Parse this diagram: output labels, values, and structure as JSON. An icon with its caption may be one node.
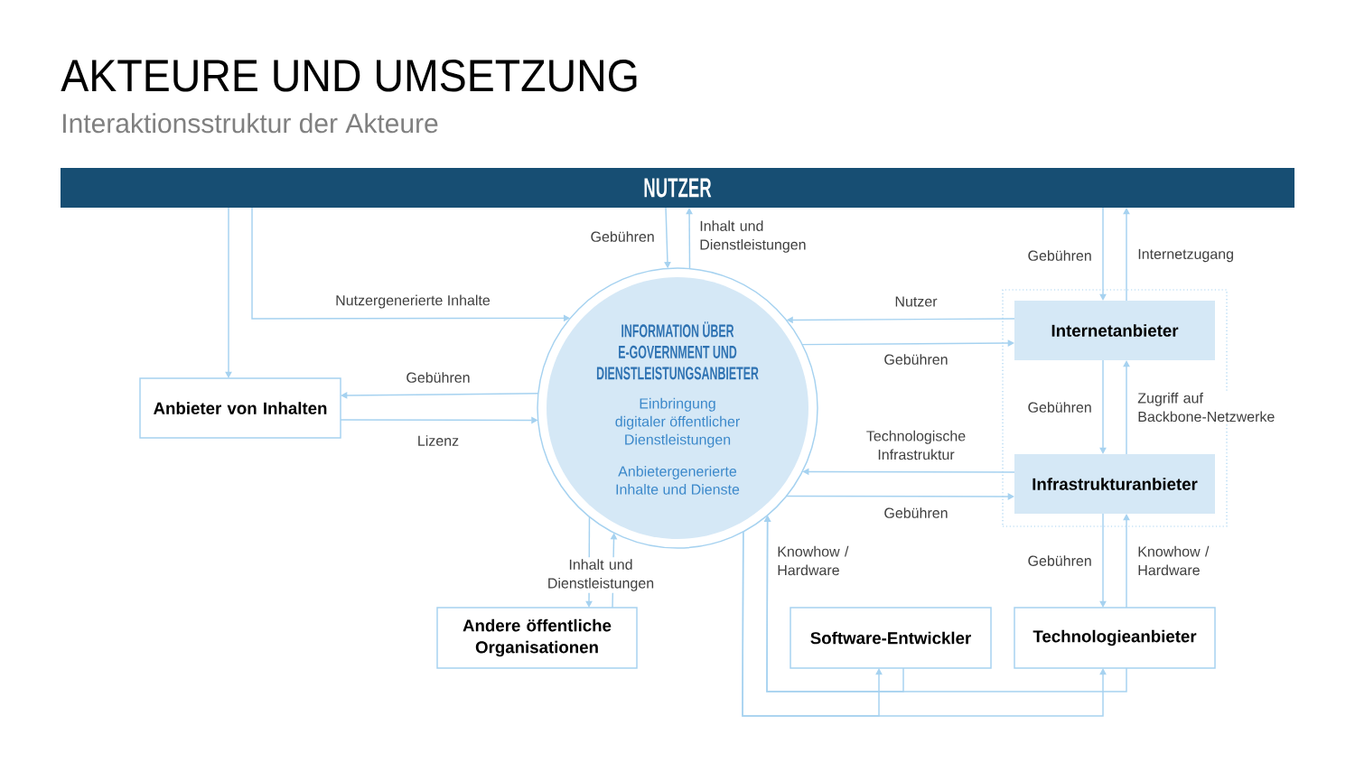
{
  "diagram": {
    "title": "AKTEURE UND UMSETZUNG",
    "nodes": [
      {
        "text": [
          "NUTZER"
        ]
      },
      {
        "text": [
          "Anbieter von Inhalten"
        ]
      },
      {
        "text": [
          "INFORMATION ÜBER E-GOVERNMENT UND DIENSTLEISTUNGSANBIETER",
          "Einbringung digitaler öffentlicher Dienstleistungen",
          "Anbietergenerierte Inhalte und Dienste"
        ]
      },
      {
        "text": [],
        "shape": "box"
      },
      {
        "text": [
          "Internetanbieter"
        ],
        "in": 3
      },
      {
        "text": [
          "Infrastrukturanbieter"
        ],
        "in": 3
      },
      {
        "text": [
          "Andere öffentliche Organisationen"
        ]
      },
      {
        "text": [
          "Software-Entwickler"
        ]
      },
      {
        "text": [
          "Technologieanbieter"
        ]
      }
    ],
    "edges": [
      {
        "from": 0,
        "to": 1,
        "arrow": "to"
      },
      {
        "from": 0,
        "to": 2,
        "arrow": "to",
        "label": "Nutzergenerierte Inhalte"
      },
      {
        "from": 0,
        "to": 2,
        "arrow": "to",
        "label": "Gebühren"
      },
      {
        "from": 2,
        "to": 0,
        "arrow": "to",
        "label": "Inhalt und Dienstleistungen"
      },
      {
        "from": 2,
        "to": 1,
        "arrow": "to",
        "label": "Gebühren"
      },
      {
        "from": 1,
        "to": 2,
        "arrow": "to",
        "label": "Lizenz"
      },
      {
        "from": 4,
        "to": 2,
        "arrow": "to",
        "label": "Nutzer"
      },
      {
        "from": 2,
        "to": 4,
        "arrow": "to",
        "label": "Gebühren"
      },
      {
        "from": 5,
        "to": 2,
        "arrow": "to",
        "label": "Technologische Infrastruktur"
      },
      {
        "from": 2,
        "to": 5,
        "arrow": "to",
        "label": "Gebühren"
      },
      {
        "from": 0,
        "to": 4,
        "arrow": "to",
        "label": "Gebühren"
      },
      {
        "from": 4,
        "to": 0,
        "arrow": "to",
        "label": "Internetzugang"
      },
      {
        "from": 4,
        "to": 5,
        "arrow": "to",
        "label": "Gebühren"
      },
      {
        "from": 5,
        "to": 4,
        "arrow": "to",
        "label": "Zugriff auf Backbone-Netzwerke"
      },
      {
        "from": 5,
        "to": 8,
        "arrow": "to",
        "label": "Gebühren"
      },
      {
        "from": 8,
        "to": 5,
        "arrow": "to",
        "label": "Knowhow / Hardware"
      },
      {
        "from": 2,
        "to": 6,
        "arrow": "to",
        "label": "Inhalt und Dienstleistungen"
      },
      {
        "from": 6,
        "to": 2,
        "arrow": "to"
      },
      {
        "from": 2,
        "to": 7,
        "arrow": "to"
      },
      {
        "from": 2,
        "to": 8,
        "arrow": "to"
      },
      {
        "from": 7,
        "to": 2,
        "arrow": "to",
        "label": "Knowhow / Hardware"
      },
      {
        "from": 8,
        "to": 2,
        "arrow": "to"
      }
    ],
    "labels": [
      "Interaktionsstruktur der Akteure"
    ]
  }
}
